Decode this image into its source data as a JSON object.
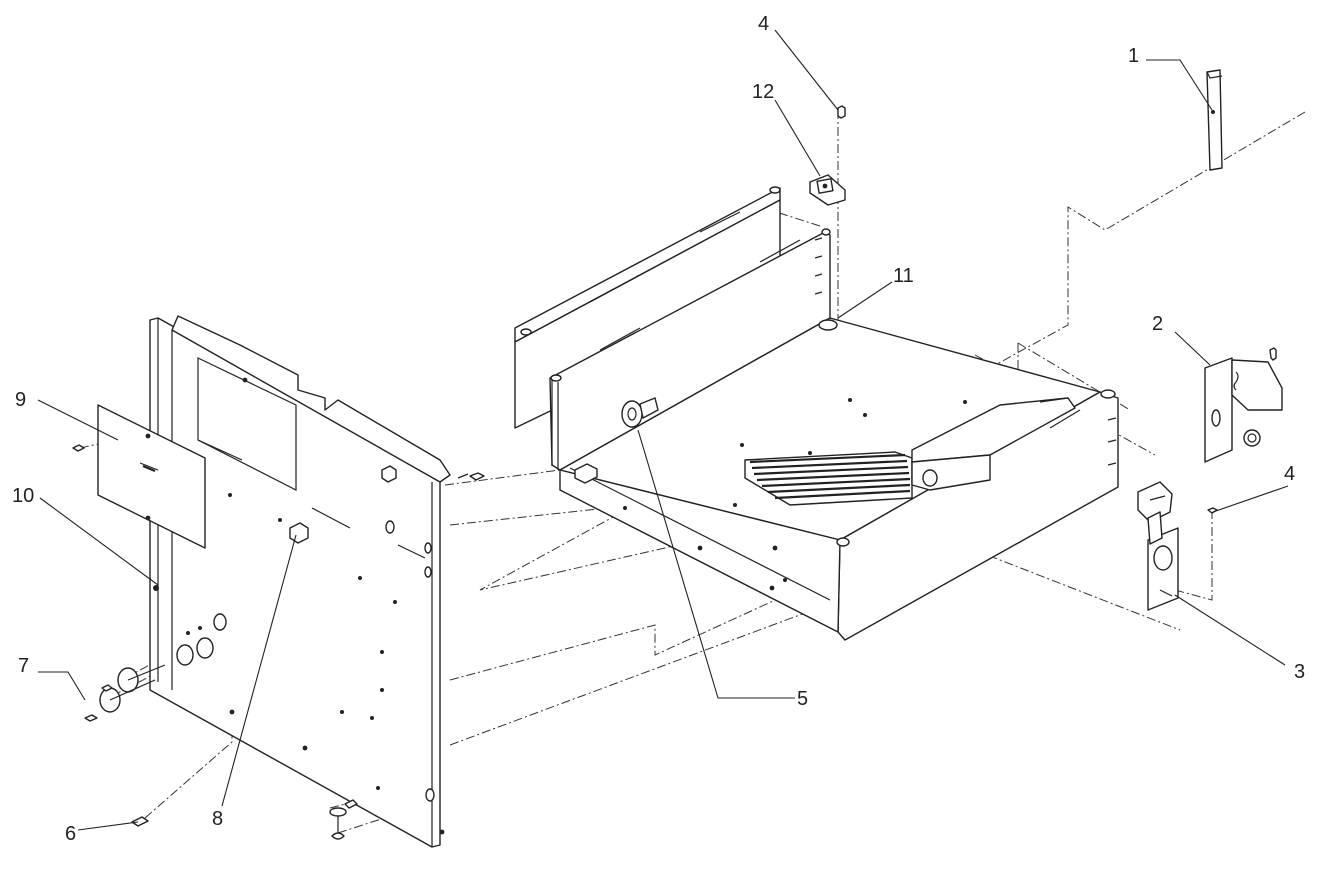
{
  "callouts": [
    {
      "id": "1",
      "label": "1"
    },
    {
      "id": "2",
      "label": "2"
    },
    {
      "id": "3",
      "label": "3"
    },
    {
      "id": "4a",
      "label": "4"
    },
    {
      "id": "4b",
      "label": "4"
    },
    {
      "id": "5",
      "label": "5"
    },
    {
      "id": "6",
      "label": "6"
    },
    {
      "id": "7",
      "label": "7"
    },
    {
      "id": "8",
      "label": "8"
    },
    {
      "id": "9",
      "label": "9"
    },
    {
      "id": "10",
      "label": "10"
    },
    {
      "id": "11",
      "label": "11"
    },
    {
      "id": "12",
      "label": "12"
    }
  ],
  "colors": {
    "line": "#222222",
    "background": "#ffffff"
  }
}
